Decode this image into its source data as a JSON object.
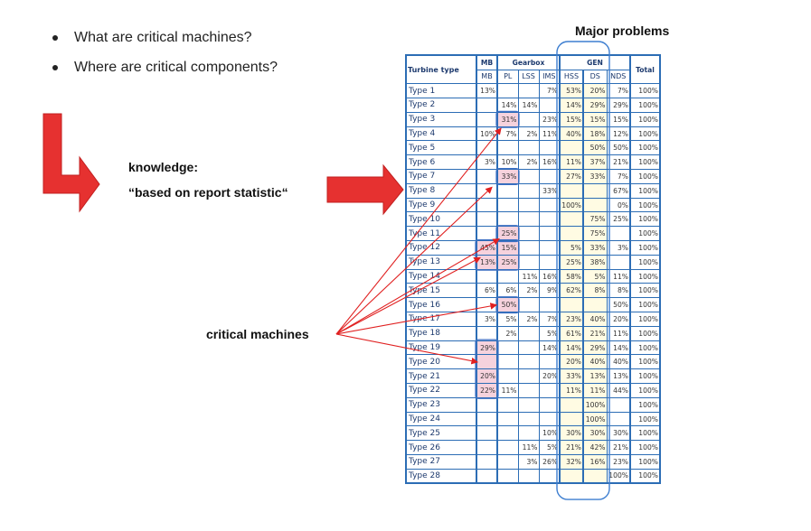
{
  "bullets": [
    "What are critical machines?",
    "Where are critical components?"
  ],
  "labels": {
    "major_problems": "Major problems",
    "knowledge": "knowledge:",
    "knowledge_sub": "“based on report statistic“",
    "critical_machines": "critical machines"
  },
  "table": {
    "type_header": "Turbine type",
    "groups": [
      "MB",
      "Gearbox",
      "GEN",
      "Total"
    ],
    "columns": [
      "MB",
      "PL",
      "LSS",
      "IMS",
      "HSS",
      "DS",
      "NDS"
    ],
    "rows": [
      {
        "name": "Type 1",
        "cells": [
          "13%",
          "",
          "",
          "7%",
          "53%",
          "20%",
          "7%"
        ],
        "total": "100%"
      },
      {
        "name": "Type 2",
        "cells": [
          "",
          "14%",
          "14%",
          "",
          "14%",
          "29%",
          "29%"
        ],
        "total": "100%"
      },
      {
        "name": "Type 3",
        "cells": [
          "",
          "31%",
          "",
          "23%",
          "15%",
          "15%",
          "15%"
        ],
        "total": "100%"
      },
      {
        "name": "Type 4",
        "cells": [
          "10%",
          "7%",
          "2%",
          "11%",
          "40%",
          "18%",
          "12%"
        ],
        "total": "100%"
      },
      {
        "name": "Type 5",
        "cells": [
          "",
          "",
          "",
          "",
          "",
          "50%",
          "50%"
        ],
        "total": "100%"
      },
      {
        "name": "Type 6",
        "cells": [
          "3%",
          "10%",
          "2%",
          "16%",
          "11%",
          "37%",
          "21%"
        ],
        "total": "100%"
      },
      {
        "name": "Type 7",
        "cells": [
          "",
          "33%",
          "",
          "",
          "27%",
          "33%",
          "7%"
        ],
        "total": "100%"
      },
      {
        "name": "Type 8",
        "cells": [
          "",
          "",
          "",
          "33%",
          "",
          "",
          "67%"
        ],
        "total": "100%"
      },
      {
        "name": "Type 9",
        "cells": [
          "",
          "",
          "",
          "",
          "100%",
          "",
          "0%"
        ],
        "total": "100%"
      },
      {
        "name": "Type 10",
        "cells": [
          "",
          "",
          "",
          "",
          "",
          "75%",
          "25%"
        ],
        "total": "100%"
      },
      {
        "name": "Type 11",
        "cells": [
          "",
          "25%",
          "",
          "",
          "",
          "75%",
          ""
        ],
        "total": "100%"
      },
      {
        "name": "Type 12",
        "cells": [
          "45%",
          "15%",
          "",
          "",
          "5%",
          "33%",
          "3%"
        ],
        "total": "100%"
      },
      {
        "name": "Type 13",
        "cells": [
          "13%",
          "25%",
          "",
          "",
          "25%",
          "38%",
          ""
        ],
        "total": "100%"
      },
      {
        "name": "Type 14",
        "cells": [
          "",
          "",
          "11%",
          "16%",
          "58%",
          "5%",
          "11%"
        ],
        "total": "100%"
      },
      {
        "name": "Type 15",
        "cells": [
          "6%",
          "6%",
          "2%",
          "9%",
          "62%",
          "8%",
          "8%"
        ],
        "total": "100%"
      },
      {
        "name": "Type 16",
        "cells": [
          "",
          "50%",
          "",
          "",
          "",
          "",
          "50%"
        ],
        "total": "100%"
      },
      {
        "name": "Type 17",
        "cells": [
          "3%",
          "5%",
          "2%",
          "7%",
          "23%",
          "40%",
          "20%"
        ],
        "total": "100%"
      },
      {
        "name": "Type 18",
        "cells": [
          "",
          "2%",
          "",
          "5%",
          "61%",
          "21%",
          "11%"
        ],
        "total": "100%"
      },
      {
        "name": "Type 19",
        "cells": [
          "29%",
          "",
          "",
          "14%",
          "14%",
          "29%",
          "14%"
        ],
        "total": "100%"
      },
      {
        "name": "Type 20",
        "cells": [
          "",
          "",
          "",
          "",
          "20%",
          "40%",
          "40%"
        ],
        "total": "100%"
      },
      {
        "name": "Type 21",
        "cells": [
          "20%",
          "",
          "",
          "20%",
          "33%",
          "13%",
          "13%"
        ],
        "total": "100%"
      },
      {
        "name": "Type 22",
        "cells": [
          "22%",
          "11%",
          "",
          "",
          "11%",
          "11%",
          "44%"
        ],
        "total": "100%"
      },
      {
        "name": "Type 23",
        "cells": [
          "",
          "",
          "",
          "",
          "",
          "100%",
          ""
        ],
        "total": "100%"
      },
      {
        "name": "Type 24",
        "cells": [
          "",
          "",
          "",
          "",
          "",
          "100%",
          ""
        ],
        "total": "100%"
      },
      {
        "name": "Type 25",
        "cells": [
          "",
          "",
          "",
          "10%",
          "30%",
          "30%",
          "30%"
        ],
        "total": "100%"
      },
      {
        "name": "Type 26",
        "cells": [
          "",
          "",
          "11%",
          "5%",
          "21%",
          "42%",
          "21%"
        ],
        "total": "100%"
      },
      {
        "name": "Type 27",
        "cells": [
          "",
          "",
          "3%",
          "26%",
          "32%",
          "16%",
          "23%"
        ],
        "total": "100%"
      },
      {
        "name": "Type 28",
        "cells": [
          "",
          "",
          "",
          "",
          "",
          "",
          "100%"
        ],
        "total": "100%"
      }
    ]
  },
  "colors": {
    "table_border": "#2c6db5",
    "highlight": "#f6d2dd",
    "major_fill": "#fffbe3",
    "arrow": "#e02020"
  }
}
